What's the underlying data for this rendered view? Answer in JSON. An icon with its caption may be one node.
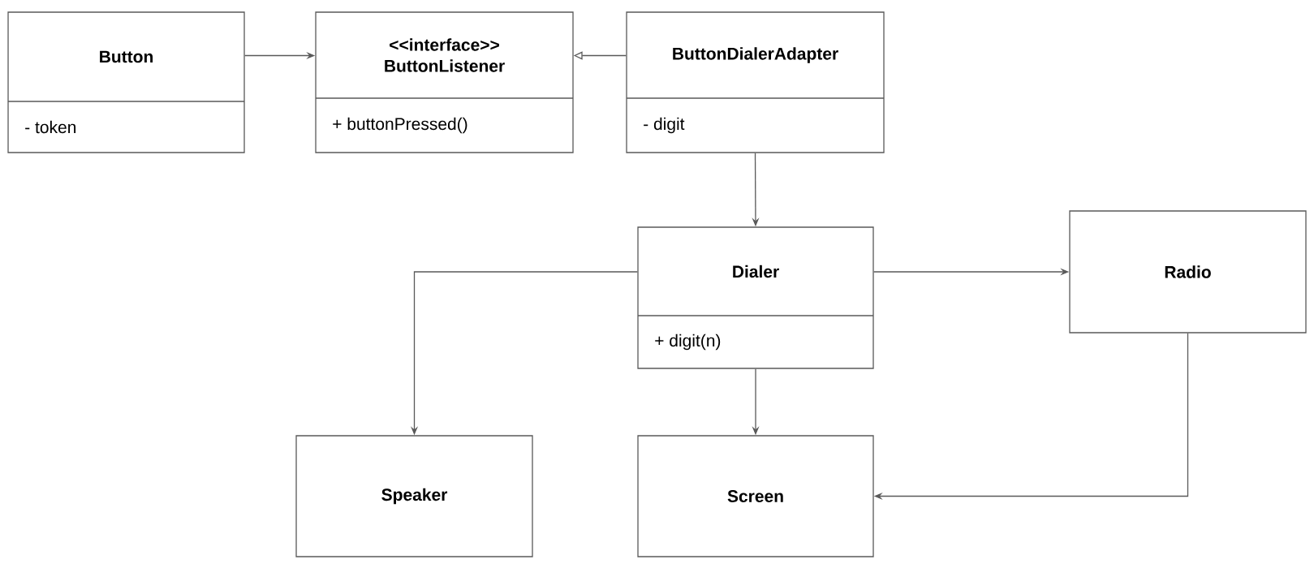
{
  "diagram": {
    "nodes": [
      {
        "text": [
          "Button",
          "- token"
        ]
      },
      {
        "text": [
          "<<interface>>",
          "ButtonListener",
          "+ buttonPressed()"
        ]
      },
      {
        "text": [
          "ButtonDialerAdapter",
          "- digit"
        ]
      },
      {
        "text": [
          "Dialer",
          "+ digit(n)"
        ]
      },
      {
        "text": [
          "Radio"
        ]
      },
      {
        "text": [
          "Speaker"
        ]
      },
      {
        "text": [
          "Screen"
        ]
      }
    ],
    "edges": [
      {
        "from": 0,
        "to": 1,
        "arrow": "to"
      },
      {
        "from": 2,
        "to": 1,
        "arrow": "to"
      },
      {
        "from": 2,
        "to": 3,
        "arrow": "to"
      },
      {
        "from": 3,
        "to": 5,
        "arrow": "to"
      },
      {
        "from": 3,
        "to": 4,
        "arrow": "to"
      },
      {
        "from": 3,
        "to": 6,
        "arrow": "to"
      },
      {
        "from": 4,
        "to": 6,
        "arrow": "to"
      }
    ]
  }
}
